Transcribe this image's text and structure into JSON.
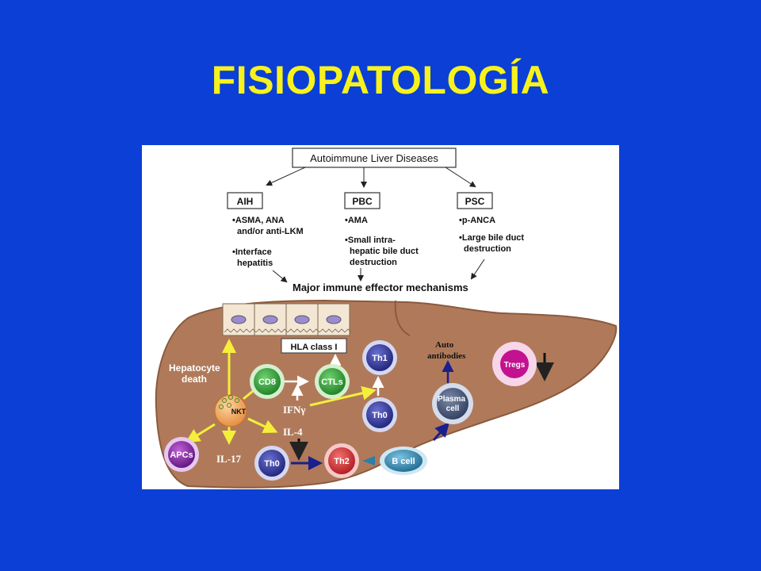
{
  "slide": {
    "title": "FISIOPATOLOGÍA"
  },
  "diagram": {
    "root": "Autoimmune Liver Diseases",
    "diseases": [
      {
        "name": "AIH",
        "lines": [
          "•ASMA, ANA",
          "and/or anti-LKM",
          "",
          "•Interface",
          "hepatitis"
        ]
      },
      {
        "name": "PBC",
        "lines": [
          "•AMA",
          "",
          "•Small intra-",
          "hepatic bile duct",
          "destruction"
        ]
      },
      {
        "name": "PSC",
        "lines": [
          "•p-ANCA",
          "",
          "•Large bile duct",
          "destruction"
        ]
      }
    ],
    "mechanisms_label": "Major immune effector mechanisms",
    "hla_label": "HLA class I",
    "hepatocyte_death": [
      "Hepatocyte",
      "death"
    ],
    "auto_antibodies": [
      "Auto",
      "antibodies"
    ],
    "cells": {
      "cd8": "CD8",
      "ctls": "CTLs",
      "th1": "Th1",
      "th0_upper": "Th0",
      "th0_lower": "Th0",
      "th2": "Th2",
      "b_cell": "B cell",
      "plasma_cell": [
        "Plasma",
        "cell"
      ],
      "nkt": "NKT",
      "apcs": "APCs",
      "tregs": "Tregs"
    },
    "cytokines": {
      "ifn": "IFNγ",
      "il4": "IL-4",
      "il17": "IL-17"
    },
    "colors": {
      "liver": "#B07A5A",
      "liver_edge": "#8A5A3E",
      "arrow_yellow": "#F5EF3A",
      "arrow_navy": "#1A1F8C",
      "cd8_fill": "#2E9E35",
      "th_fill": "#2B2F8C",
      "th2_fill": "#D8262A",
      "bcell_fill": "#2C7FA6",
      "apc_fill": "#7A1F8C",
      "nkt_fill": "#F2A053",
      "tregs_fill": "#C2128F"
    }
  }
}
